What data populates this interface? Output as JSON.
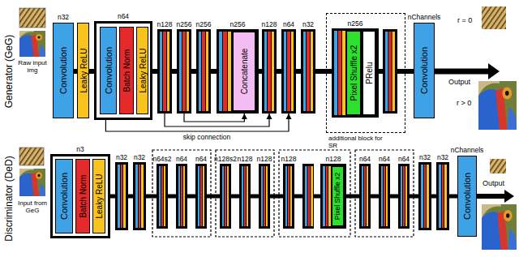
{
  "diagram": {
    "nodes": [
      {
        "text": [
          "n32",
          "Convolution"
        ]
      },
      {
        "text": [
          "Leaky ReLU"
        ]
      },
      {
        "text": [
          "n64"
        ]
      },
      {
        "text": [
          "Convolution"
        ],
        "in": 2
      },
      {
        "text": [
          "Batch Norm"
        ],
        "in": 2
      },
      {
        "text": [
          "Leaky ReLU"
        ],
        "in": 2
      },
      {
        "text": [
          "n128"
        ]
      },
      {
        "text": [
          "n256"
        ]
      },
      {
        "text": [
          "n256"
        ]
      },
      {
        "text": [
          "n256"
        ]
      },
      {
        "text": [
          "Concatenate"
        ],
        "in": 9
      },
      {
        "text": [
          "n128"
        ]
      },
      {
        "text": [
          "n64"
        ]
      },
      {
        "text": [
          "n32"
        ]
      },
      {
        "text": [
          "additional block for SR"
        ]
      },
      {
        "text": [
          "n256"
        ],
        "in": 14
      },
      {
        "text": [
          "Pixel Shuffle x2"
        ],
        "in": 15
      },
      {
        "text": [
          "PRelu"
        ],
        "in": 15
      },
      {
        "text": [
          "nChannels",
          "Convolution"
        ]
      },
      {
        "text": [
          "n3"
        ]
      },
      {
        "text": [
          "Convolution"
        ],
        "in": 19
      },
      {
        "text": [
          "Batch Norm"
        ],
        "in": 19
      },
      {
        "text": [
          "Leaky ReLU"
        ],
        "in": 19
      },
      {
        "text": [
          "n32"
        ]
      },
      {
        "text": [
          "n32"
        ]
      },
      {
        "text": [
          "n64s2"
        ]
      },
      {
        "text": [
          "n64"
        ]
      },
      {
        "text": [
          "n64"
        ]
      },
      {
        "text": [
          "n128s2"
        ]
      },
      {
        "text": [
          "n128"
        ]
      },
      {
        "text": [
          "n128"
        ]
      },
      {
        "text": [
          "n128"
        ]
      },
      {
        "text": [
          "n128"
        ]
      },
      {
        "text": [
          "Pixel Shuffle x2"
        ],
        "in": 32
      },
      {
        "text": [
          "n64"
        ]
      },
      {
        "text": [
          "n64"
        ]
      },
      {
        "text": [
          "n64"
        ]
      },
      {
        "text": [
          "n32"
        ]
      },
      {
        "text": [
          "n32"
        ]
      },
      {
        "text": [
          "nChannels",
          "Convolution"
        ]
      }
    ],
    "edges": [
      {
        "from": 0,
        "to": 1,
        "arrow": "none"
      },
      {
        "from": 1,
        "to": 2,
        "arrow": "none"
      },
      {
        "from": 2,
        "to": 6,
        "arrow": "none"
      },
      {
        "from": 6,
        "to": 7,
        "arrow": "none"
      },
      {
        "from": 7,
        "to": 8,
        "arrow": "none"
      },
      {
        "from": 8,
        "to": 9,
        "arrow": "none"
      },
      {
        "from": 9,
        "to": 11,
        "arrow": "none"
      },
      {
        "from": 11,
        "to": 12,
        "arrow": "none"
      },
      {
        "from": 12,
        "to": 13,
        "arrow": "none"
      },
      {
        "from": 13,
        "to": 15,
        "arrow": "none"
      },
      {
        "from": 15,
        "to": 18,
        "arrow": "none"
      },
      {
        "from": 2,
        "to": 12,
        "arrow": "to"
      },
      {
        "from": 6,
        "to": 11,
        "arrow": "to"
      },
      {
        "from": 7,
        "to": 9,
        "arrow": "to"
      },
      {
        "from": 19,
        "to": 23,
        "arrow": "none"
      },
      {
        "from": 23,
        "to": 24,
        "arrow": "none"
      },
      {
        "from": 24,
        "to": 25,
        "arrow": "none"
      },
      {
        "from": 25,
        "to": 26,
        "arrow": "none"
      },
      {
        "from": 26,
        "to": 27,
        "arrow": "none"
      },
      {
        "from": 27,
        "to": 28,
        "arrow": "none"
      },
      {
        "from": 28,
        "to": 29,
        "arrow": "none"
      },
      {
        "from": 29,
        "to": 30,
        "arrow": "none"
      },
      {
        "from": 30,
        "to": 31,
        "arrow": "none"
      },
      {
        "from": 31,
        "to": 32,
        "arrow": "none"
      },
      {
        "from": 32,
        "to": 34,
        "arrow": "none"
      },
      {
        "from": 34,
        "to": 35,
        "arrow": "none"
      },
      {
        "from": 35,
        "to": 36,
        "arrow": "none"
      },
      {
        "from": 36,
        "to": 37,
        "arrow": "none"
      },
      {
        "from": 37,
        "to": 38,
        "arrow": "none"
      },
      {
        "from": 38,
        "to": 39,
        "arrow": "none"
      }
    ],
    "labels": [
      "Generator (GeG)",
      "Raw input img",
      "r = 0",
      "Output",
      "r > 0",
      "skip connection",
      "Discriminator (DeD)",
      "Input from GeG",
      "Output"
    ]
  }
}
